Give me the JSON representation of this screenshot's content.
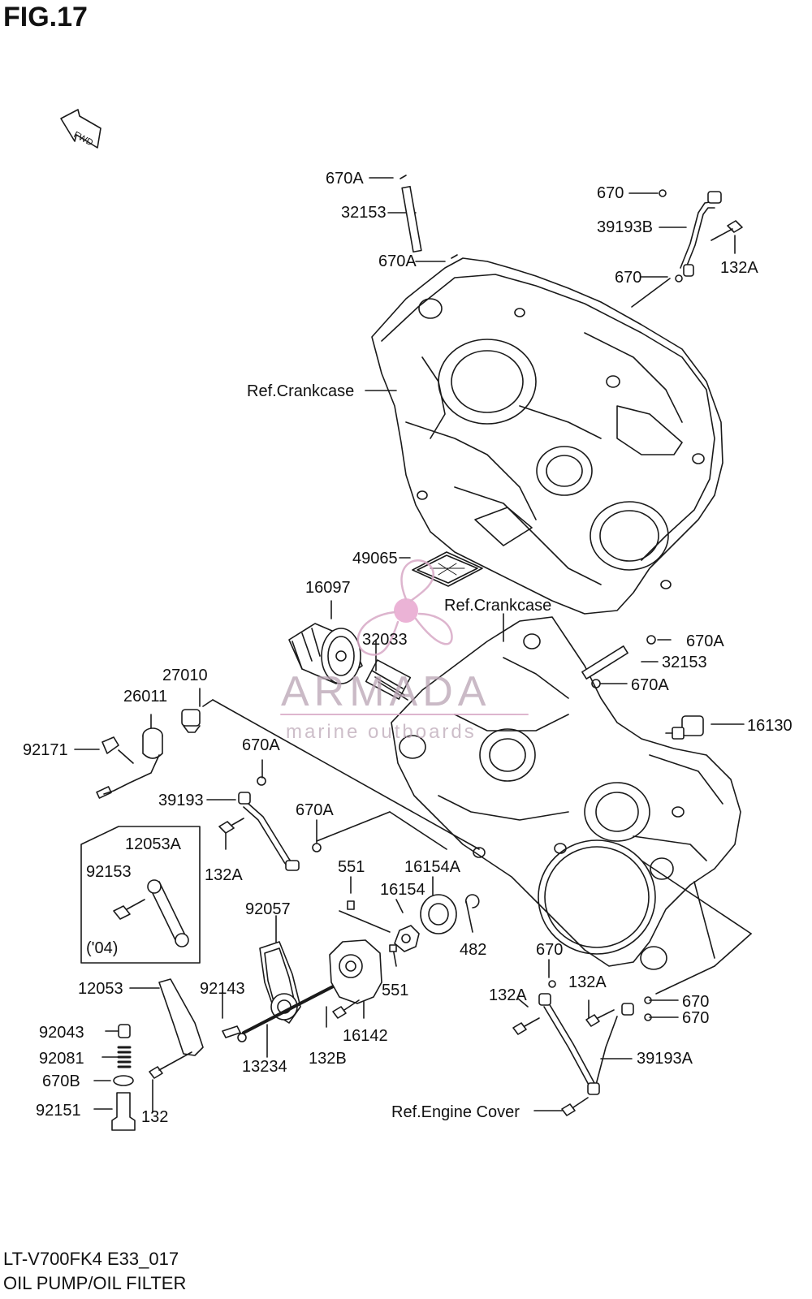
{
  "figure": {
    "title": "FIG.17",
    "fwd_label": "FWD",
    "model_code": "LT-V700FK4 E33_017",
    "section_title": "OIL PUMP/OIL FILTER"
  },
  "watermark": {
    "brand": "ARMADA",
    "tagline": "marine outboards"
  },
  "callouts": {
    "c_670A_top": "670A",
    "c_32153_top": "32153",
    "c_670A_top2": "670A",
    "c_670_tr1": "670",
    "c_39193B": "39193B",
    "c_132A_tr": "132A",
    "c_670_tr2": "670",
    "c_ref_crankcase_1": "Ref.Crankcase",
    "c_49065": "49065",
    "c_16097": "16097",
    "c_ref_crankcase_2": "Ref.Crankcase",
    "c_32033": "32033",
    "c_670A_r1": "670A",
    "c_32153_r": "32153",
    "c_670A_r2": "670A",
    "c_16130": "16130",
    "c_27010": "27010",
    "c_26011": "26011",
    "c_92171": "92171",
    "c_670A_m1": "670A",
    "c_39193": "39193",
    "c_670A_m2": "670A",
    "c_132A_m": "132A",
    "c_12053A": "12053A",
    "c_92153": "92153",
    "c_04": "('04)",
    "c_551_a": "551",
    "c_16154A": "16154A",
    "c_16154": "16154",
    "c_92057": "92057",
    "c_482": "482",
    "c_551_b": "551",
    "c_670_br": "670",
    "c_132A_br1": "132A",
    "c_132A_br2": "132A",
    "c_670_br2": "670",
    "c_670_br3": "670",
    "c_12053": "12053",
    "c_92143": "92143",
    "c_16142": "16142",
    "c_92043": "92043",
    "c_132B": "132B",
    "c_39193A": "39193A",
    "c_92081": "92081",
    "c_13234": "13234",
    "c_670B": "670B",
    "c_92151": "92151",
    "c_132": "132",
    "c_ref_engine_cover": "Ref.Engine Cover"
  },
  "colors": {
    "line": "#1a1a1a",
    "watermark": "#d8a9c6",
    "watermark_dot": "#e8a6cf"
  }
}
